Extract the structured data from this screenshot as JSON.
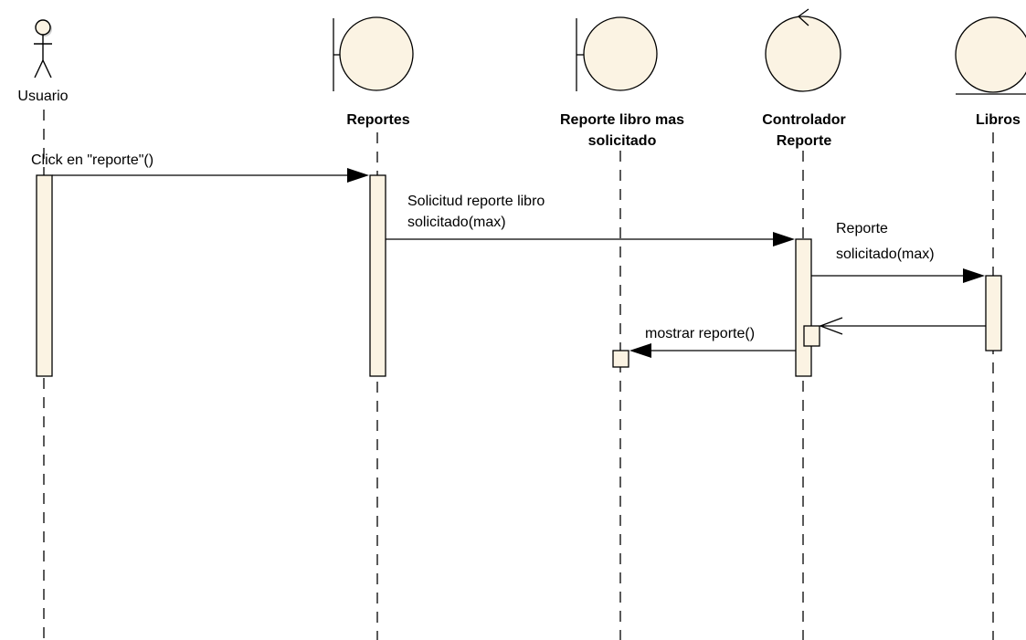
{
  "colors": {
    "element_fill": "#FBF3E3",
    "line": "#000000",
    "background": "#FFFFFF"
  },
  "lifelines": [
    {
      "id": "usuario",
      "kind": "actor",
      "label_lines": [
        "Usuario"
      ]
    },
    {
      "id": "reportes",
      "kind": "boundary",
      "label_lines": [
        "Reportes"
      ]
    },
    {
      "id": "reporte_libro",
      "kind": "boundary",
      "label_lines": [
        "Reporte libro mas",
        "solicitado"
      ]
    },
    {
      "id": "controlador",
      "kind": "control",
      "label_lines": [
        "Controlador",
        "Reporte"
      ]
    },
    {
      "id": "libros",
      "kind": "entity",
      "label_lines": [
        "Libros"
      ]
    }
  ],
  "messages": [
    {
      "id": "m1",
      "from": "usuario",
      "to": "reportes",
      "label_lines": [
        "Click en \"reporte\"()"
      ],
      "type": "synchronous"
    },
    {
      "id": "m2",
      "from": "reportes",
      "to": "controlador",
      "label_lines": [
        "Solicitud reporte libro",
        "solicitado(max)"
      ],
      "type": "synchronous"
    },
    {
      "id": "m3",
      "from": "controlador",
      "to": "libros",
      "label_lines": [
        "Reporte",
        "solicitado(max)"
      ],
      "type": "synchronous"
    },
    {
      "id": "m4",
      "from": "libros",
      "to": "controlador",
      "label_lines": [],
      "type": "return"
    },
    {
      "id": "m5",
      "from": "controlador",
      "to": "reporte_libro",
      "label_lines": [
        "mostrar reporte()"
      ],
      "type": "synchronous"
    }
  ]
}
